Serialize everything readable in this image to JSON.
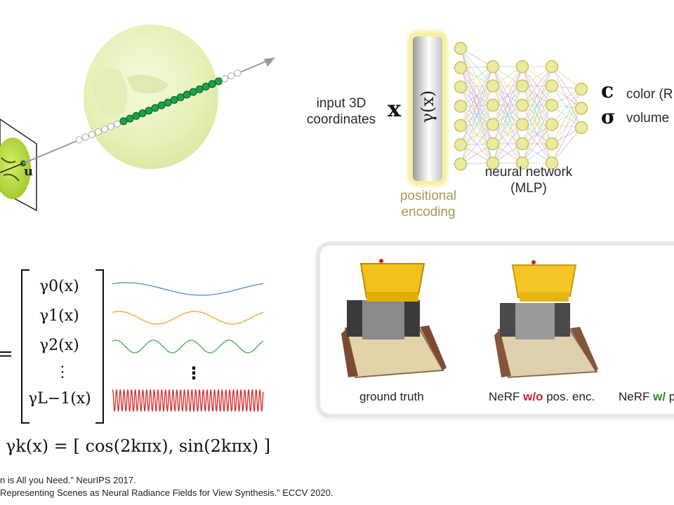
{
  "mlp": {
    "input_label_line1": "input 3D",
    "input_label_line2": "coordinates",
    "input_symbol": "x",
    "encoding_symbol": "γ(x)",
    "encoding_label_line1": "positional",
    "encoding_label_line2": "encoding",
    "network_label_line1": "neural network",
    "network_label_line2": "(MLP)",
    "output_color_symbol": "c",
    "output_color_label": "color (R",
    "output_density_symbol": "σ",
    "output_density_label": "volume",
    "colors": {
      "encoding_text": "#a79b55",
      "node_fill": "#ece9a0",
      "node_stroke": "#c9c25a"
    }
  },
  "projection": {
    "pixel_symbol": "u",
    "colors": {
      "sample_point": "#1aa34a",
      "sphere": "#e9f3c0"
    }
  },
  "encoding_vector": {
    "equals": "=",
    "entries": [
      "γ0(x)",
      "γ1(x)",
      "γ2(x)",
      "⋮",
      "γL−1(x)"
    ],
    "wave_dots": "⋮",
    "wave_colors": [
      "#4a90c8",
      "#f0a030",
      "#3fae4a",
      "#d62a2a"
    ],
    "formula": "γk(x) = [ cos(2kπx), sin(2kπx) ]"
  },
  "comparison": {
    "captions": {
      "ground_truth": "ground truth",
      "without_prefix": "NeRF ",
      "without_highlight": "w/o",
      "without_suffix": " pos. enc.",
      "with_prefix": "NeRF ",
      "with_highlight": "w/",
      "with_suffix": " p"
    }
  },
  "references": {
    "line1": "n is All you Need.” NeurIPS 2017.",
    "line2": "Representing Scenes as Neural Radiance Fields for View Synthesis.” ECCV 2020."
  }
}
